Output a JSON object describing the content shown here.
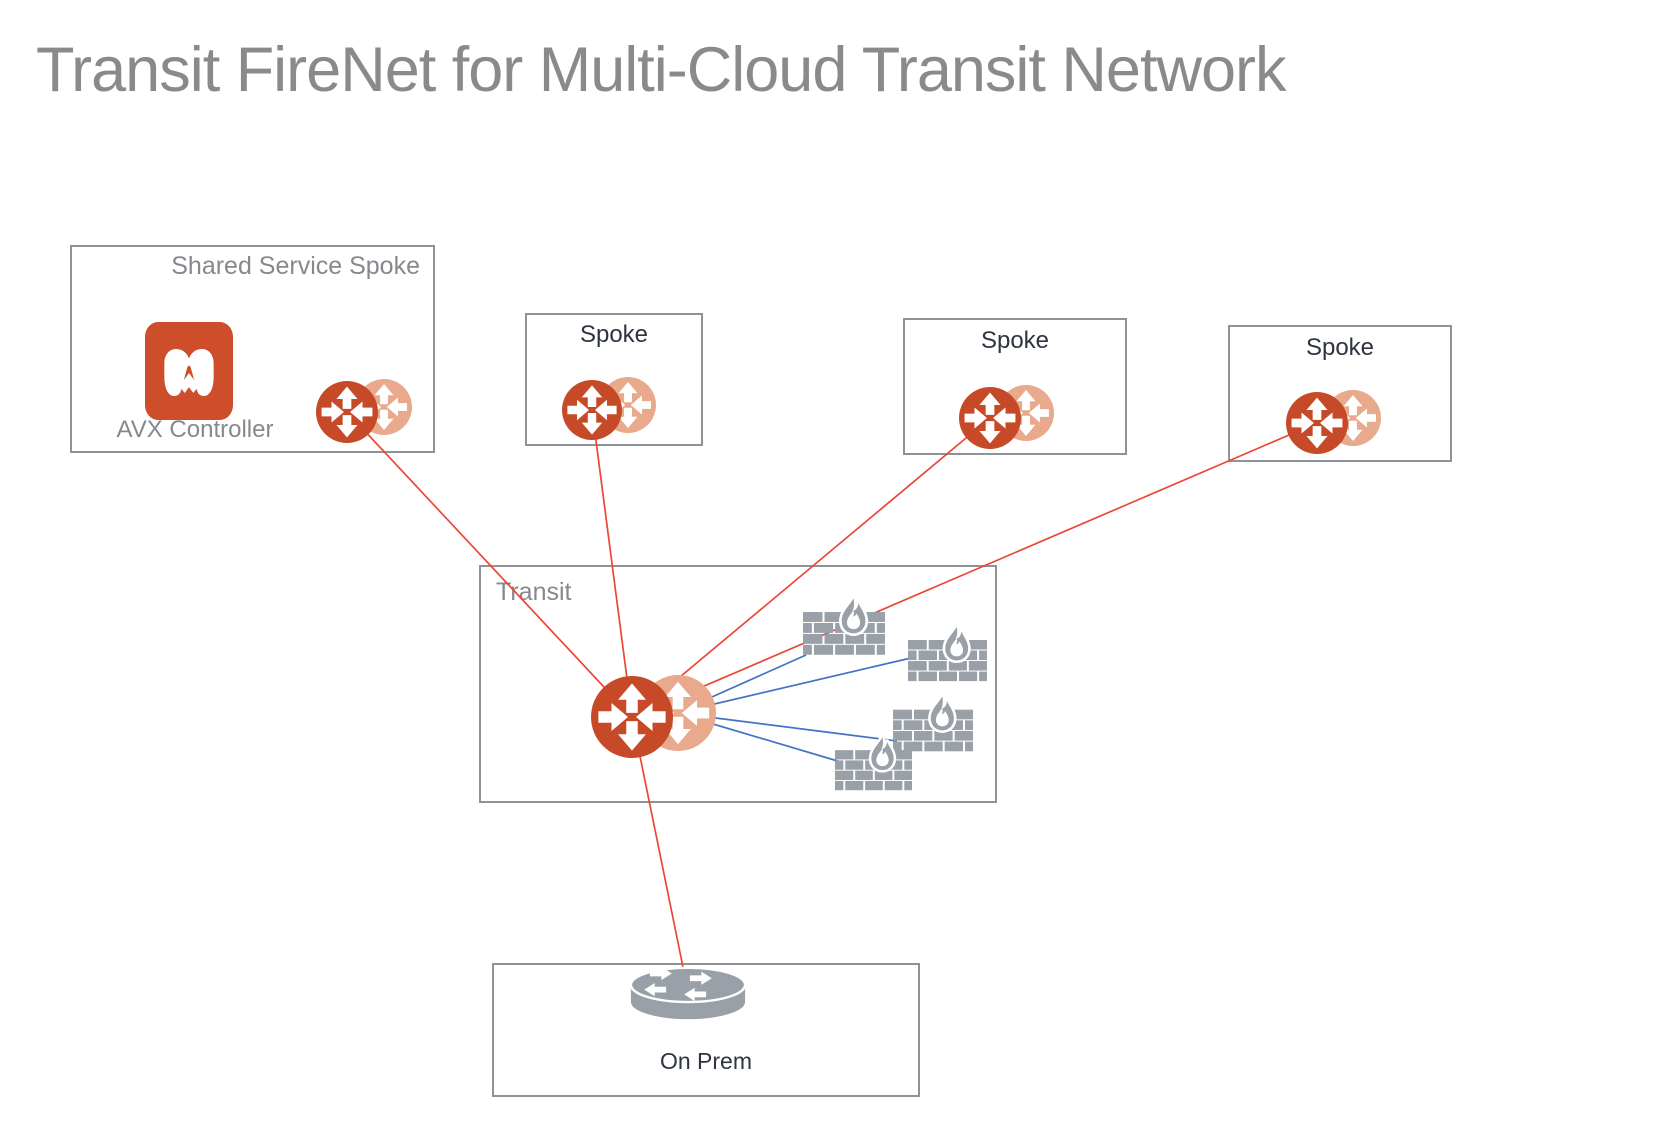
{
  "title": "Transit FireNet for Multi-Cloud Transit Network",
  "nodes": {
    "shared_service": {
      "label": "Shared Service Spoke",
      "controller_label": "AVX Controller",
      "icons": [
        "avx-controller-icon",
        "gateway-pair-icon"
      ]
    },
    "spoke1": {
      "label": "Spoke",
      "icons": [
        "gateway-pair-icon"
      ]
    },
    "spoke2": {
      "label": "Spoke",
      "icons": [
        "gateway-pair-icon"
      ]
    },
    "spoke3": {
      "label": "Spoke",
      "icons": [
        "gateway-pair-icon"
      ]
    },
    "transit": {
      "label": "Transit",
      "icons": [
        "gateway-pair-icon",
        "firewall-icon"
      ],
      "firewall_count": 4
    },
    "on_prem": {
      "label": "On Prem",
      "icons": [
        "router-icon"
      ]
    }
  },
  "connections": [
    {
      "from": "shared-service-gateway",
      "to": "transit-gateway",
      "style": "red"
    },
    {
      "from": "spoke-1-gateway",
      "to": "transit-gateway",
      "style": "red"
    },
    {
      "from": "spoke-2-gateway",
      "to": "transit-gateway",
      "style": "red"
    },
    {
      "from": "spoke-3-gateway",
      "to": "transit-gateway",
      "style": "red"
    },
    {
      "from": "transit-gateway",
      "to": "on-prem-router",
      "style": "red"
    },
    {
      "from": "transit-gateway",
      "to": "firewall-1",
      "style": "blue"
    },
    {
      "from": "transit-gateway",
      "to": "firewall-2",
      "style": "blue"
    },
    {
      "from": "transit-gateway",
      "to": "firewall-3",
      "style": "blue"
    },
    {
      "from": "transit-gateway",
      "to": "firewall-4",
      "style": "blue"
    }
  ],
  "colors": {
    "gateway_primary": "#C64A28",
    "gateway_secondary": "#E8A98C",
    "avx_orange": "#CE4E2B",
    "icon_gray": "#9AA0A7",
    "box_border": "#8C9399",
    "label_gray": "#85898E",
    "label_dark": "#2E3440",
    "title_gray": "#8A8A8A",
    "link_red": "#EC4634",
    "link_blue": "#4472C4"
  }
}
